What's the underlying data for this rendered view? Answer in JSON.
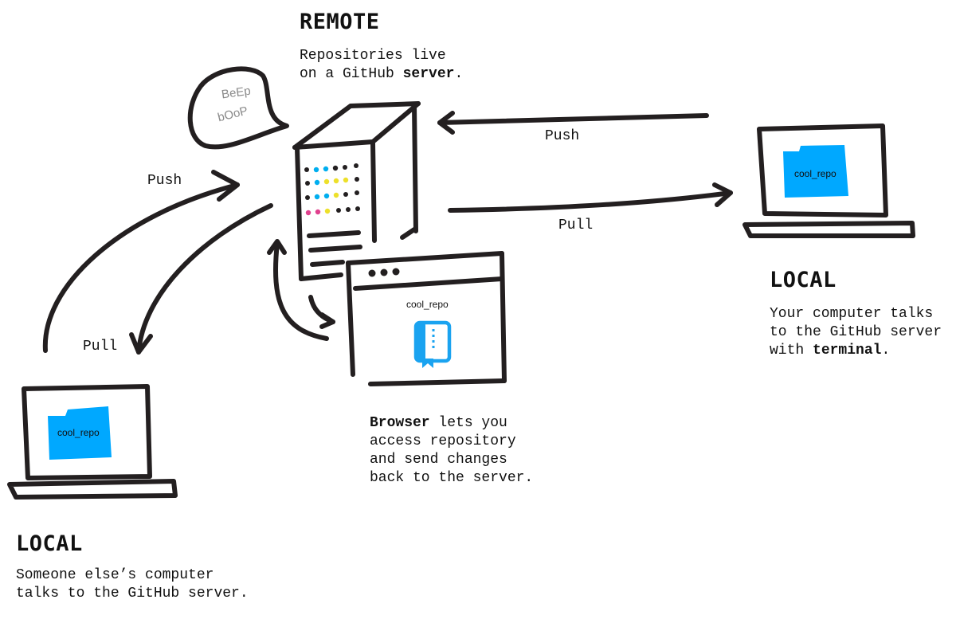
{
  "remote": {
    "heading": "REMOTE",
    "desc_line1": "Repositories live",
    "desc_line2_pre": "on a GitHub ",
    "desc_line2_bold": "server",
    "desc_line2_post": "."
  },
  "server_bubble": {
    "line1": "BeEp",
    "line2": "bOoP"
  },
  "local_right": {
    "heading": "LOCAL",
    "desc_line1": "Your computer talks",
    "desc_line2": "to the GitHub server",
    "desc_line3_pre": "with ",
    "desc_line3_bold": "terminal",
    "desc_line3_post": ".",
    "folder_label": "cool_repo"
  },
  "local_left": {
    "heading": "LOCAL",
    "desc_line1": "Someone else’s computer",
    "desc_line2": "talks to the GitHub server.",
    "folder_label": "cool_repo"
  },
  "browser": {
    "repo_label": "cool_repo",
    "desc_line1_bold": "Browser",
    "desc_line1_post": " lets you",
    "desc_line2": "access repository",
    "desc_line3": "and send changes",
    "desc_line4": "back to the server."
  },
  "arrows": {
    "right_push": "Push",
    "right_pull": "Pull",
    "left_push": "Push",
    "left_pull": "Pull"
  },
  "colors": {
    "ink": "#231f20",
    "folder_blue": "#00a8ff",
    "repo_icon_blue": "#1aa3f0",
    "led_blue": "#00aeef",
    "led_yellow": "#ede02a",
    "led_pink": "#e0418e",
    "bubble_text": "#8a8a8a"
  }
}
